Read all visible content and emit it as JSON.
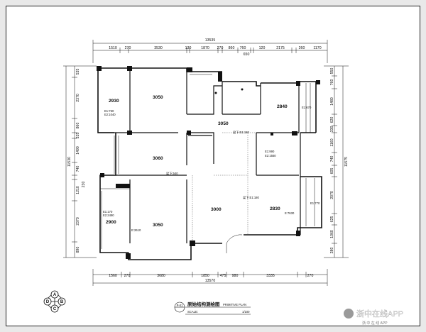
{
  "dims": {
    "top_total": "13535",
    "top_row1": [
      "1510",
      "270",
      "3530",
      "130",
      "1870",
      "270",
      "860",
      "760",
      "120",
      "2175",
      "260",
      "1170"
    ],
    "top_row2": [
      "650"
    ],
    "bottom_total": "13570",
    "bottom_row": [
      "1560",
      "270",
      "3680",
      "1850",
      "475",
      "980",
      "3335",
      "270"
    ],
    "left_total": "11530",
    "left_row": [
      "535",
      "2370",
      "860",
      "335",
      "1490",
      "740",
      "230",
      "1210",
      "2370",
      "890"
    ],
    "right_total": "11575",
    "right_row": [
      "550",
      "760",
      "1480",
      "620",
      "330",
      "1160",
      "740",
      "605",
      "2070",
      "625",
      "1060",
      "280"
    ]
  },
  "rooms": [
    {
      "area": "2930",
      "notes": [
        "E1:750",
        "E2:1040"
      ]
    },
    {
      "area": "3050",
      "notes": []
    },
    {
      "area": "2840",
      "notes": [
        "E1:670"
      ]
    },
    {
      "area": "3050",
      "notes": [
        "梁下:E1:180"
      ]
    },
    {
      "area": "3060",
      "notes": [
        "梁下:540"
      ]
    },
    {
      "area": "",
      "notes": [
        "E1:990",
        "E2:1550"
      ]
    },
    {
      "area": "2830",
      "notes": [
        "梁下:E1:180",
        "E:7630"
      ]
    },
    {
      "area": "",
      "notes": [
        "E1:770"
      ]
    },
    {
      "area": "2900",
      "notes": [
        "E1:170",
        "E2:2490",
        "E:2610"
      ]
    },
    {
      "area": "3050",
      "notes": []
    },
    {
      "area": "3000",
      "notes": []
    }
  ],
  "compass": [
    "A",
    "B",
    "C",
    "D"
  ],
  "title_block": {
    "sheet_no": "P-01",
    "title_cn": "原始结构测绘图",
    "title_en": "PRIMITIVE PLAN",
    "scale_label": "SCALE:",
    "scale_value": "1/100"
  },
  "watermark": "浙中在线APP",
  "watermark_sub": "浙 中 在 线 APP"
}
